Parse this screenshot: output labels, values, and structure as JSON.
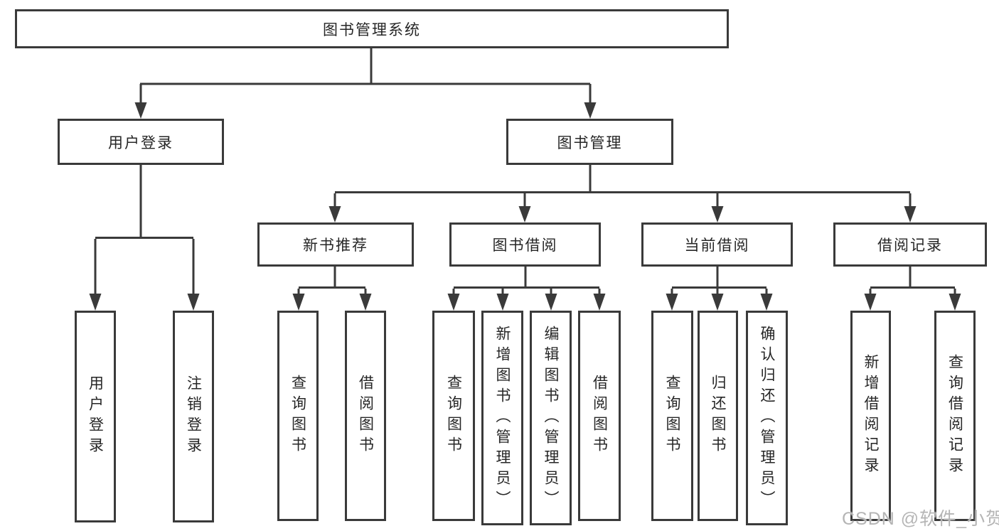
{
  "title": "图书管理系统",
  "colors": {
    "line": "#3a3a3a",
    "text": "#262626",
    "background": "#ffffff",
    "watermark": "#b5b5b5"
  },
  "watermark": "CSDN @软件_小贺同学",
  "tree": {
    "root": {
      "label": "图书管理系统",
      "children": [
        {
          "label": "用户登录",
          "children": [
            {
              "label": "用户登录"
            },
            {
              "label": "注销登录"
            }
          ]
        },
        {
          "label": "图书管理",
          "children": [
            {
              "label": "新书推荐",
              "children": [
                {
                  "label": "查询图书"
                },
                {
                  "label": "借阅图书"
                }
              ]
            },
            {
              "label": "图书借阅",
              "children": [
                {
                  "label": "查询图书"
                },
                {
                  "label": "新增图书（管理员）"
                },
                {
                  "label": "编辑图书（管理员）"
                },
                {
                  "label": "借阅图书"
                }
              ]
            },
            {
              "label": "当前借阅",
              "children": [
                {
                  "label": "查询图书"
                },
                {
                  "label": "归还图书"
                },
                {
                  "label": "确认归还（管理员）"
                }
              ]
            },
            {
              "label": "借阅记录",
              "children": [
                {
                  "label": "新增借阅记录"
                },
                {
                  "label": "查询借阅记录"
                }
              ]
            }
          ]
        }
      ]
    }
  }
}
